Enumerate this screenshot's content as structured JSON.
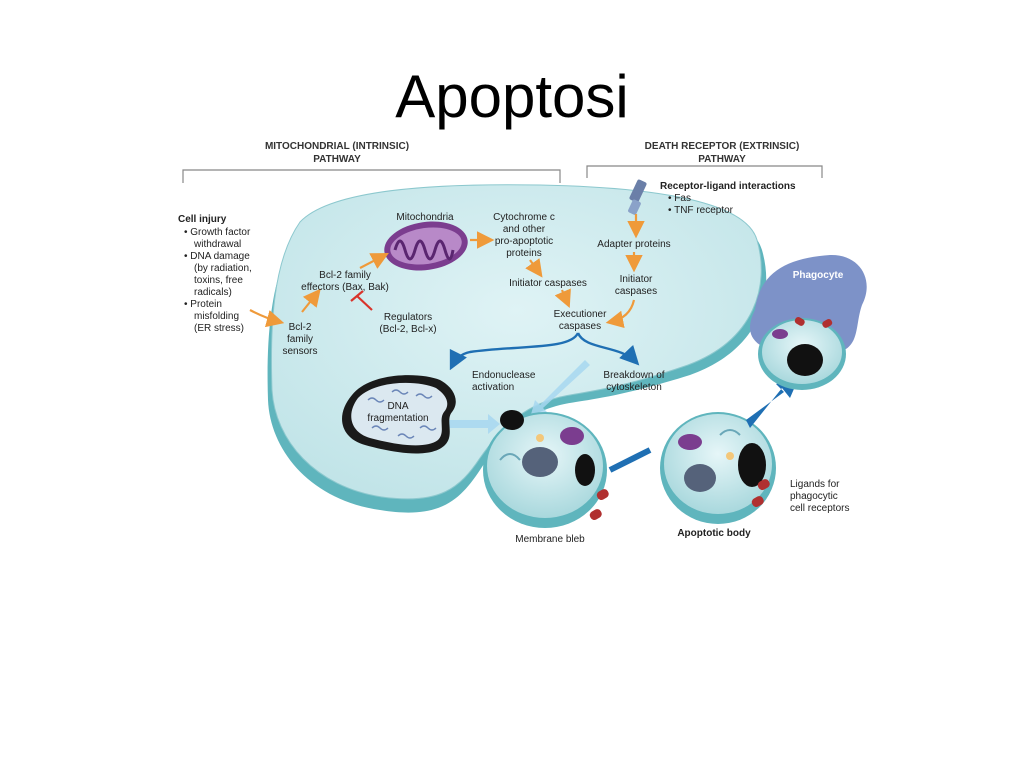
{
  "title": "Apoptosi",
  "headers": {
    "intrinsic": [
      "MITOCHONDRIAL (INTRINSIC)",
      "PATHWAY"
    ],
    "extrinsic": [
      "DEATH RECEPTOR (EXTRINSIC)",
      "PATHWAY"
    ]
  },
  "cell_injury": {
    "heading": "Cell injury",
    "lines": [
      "• Growth factor",
      "withdrawal",
      "• DNA damage",
      "(by radiation,",
      "toxins, free",
      "radicals)",
      "• Protein",
      "misfolding",
      "(ER stress)"
    ]
  },
  "receptor": {
    "heading": "Receptor-ligand interactions",
    "items": [
      "• Fas",
      "• TNF receptor"
    ]
  },
  "labels": {
    "mitochondria": "Mitochondria",
    "cytochrome": [
      "Cytochrome c",
      "and other",
      "pro-apoptotic",
      "proteins"
    ],
    "adapter": "Adapter proteins",
    "initiator_left": "Initiator caspases",
    "initiator_right": [
      "Initiator",
      "caspases"
    ],
    "bcl2_effectors": [
      "Bcl-2 family",
      "effectors (Bax, Bak)"
    ],
    "regulators": [
      "Regulators",
      "(Bcl-2, Bcl-x)"
    ],
    "bcl2_sensors": [
      "Bcl-2",
      "family",
      "sensors"
    ],
    "executioner": [
      "Executioner",
      "caspases"
    ],
    "endonuclease": [
      "Endonuclease",
      "activation"
    ],
    "breakdown": [
      "Breakdown of",
      "cytoskeleton"
    ],
    "dna_frag": [
      "DNA",
      "fragmentation"
    ],
    "phagocyte": "Phagocyte",
    "ligands": [
      "Ligands for",
      "phagocytic",
      "cell receptors"
    ],
    "membrane_bleb": "Membrane bleb",
    "apoptotic_body": "Apoptotic body"
  },
  "colors": {
    "cell_fill": "#c9e9ec",
    "cell_edge": "#5fb5bd",
    "orange_arrow": "#ef9a3a",
    "blue_arrow": "#1f6fb3",
    "mito": "#7b3d8f",
    "phagocyte": "#7d92c8"
  }
}
